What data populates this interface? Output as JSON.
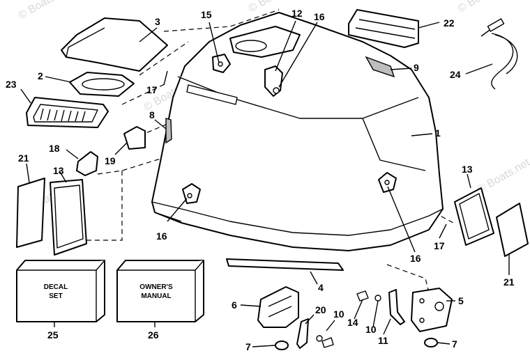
{
  "watermark": "© Boats.net",
  "callouts": [
    {
      "n": "1"
    },
    {
      "n": "2"
    },
    {
      "n": "3"
    },
    {
      "n": "4"
    },
    {
      "n": "5"
    },
    {
      "n": "6"
    },
    {
      "n": "7"
    },
    {
      "n": "7"
    },
    {
      "n": "8"
    },
    {
      "n": "9"
    },
    {
      "n": "10"
    },
    {
      "n": "10"
    },
    {
      "n": "11"
    },
    {
      "n": "12"
    },
    {
      "n": "13"
    },
    {
      "n": "13"
    },
    {
      "n": "14"
    },
    {
      "n": "15"
    },
    {
      "n": "16"
    },
    {
      "n": "16"
    },
    {
      "n": "16"
    },
    {
      "n": "17"
    },
    {
      "n": "17"
    },
    {
      "n": "18"
    },
    {
      "n": "19"
    },
    {
      "n": "20"
    },
    {
      "n": "21"
    },
    {
      "n": "21"
    },
    {
      "n": "22"
    },
    {
      "n": "23"
    },
    {
      "n": "24"
    },
    {
      "n": "25"
    },
    {
      "n": "26"
    }
  ],
  "boxes": {
    "decal_line1": "DECAL",
    "decal_line2": "SET",
    "manual_line1": "OWNER'S",
    "manual_line2": "MANUAL"
  }
}
